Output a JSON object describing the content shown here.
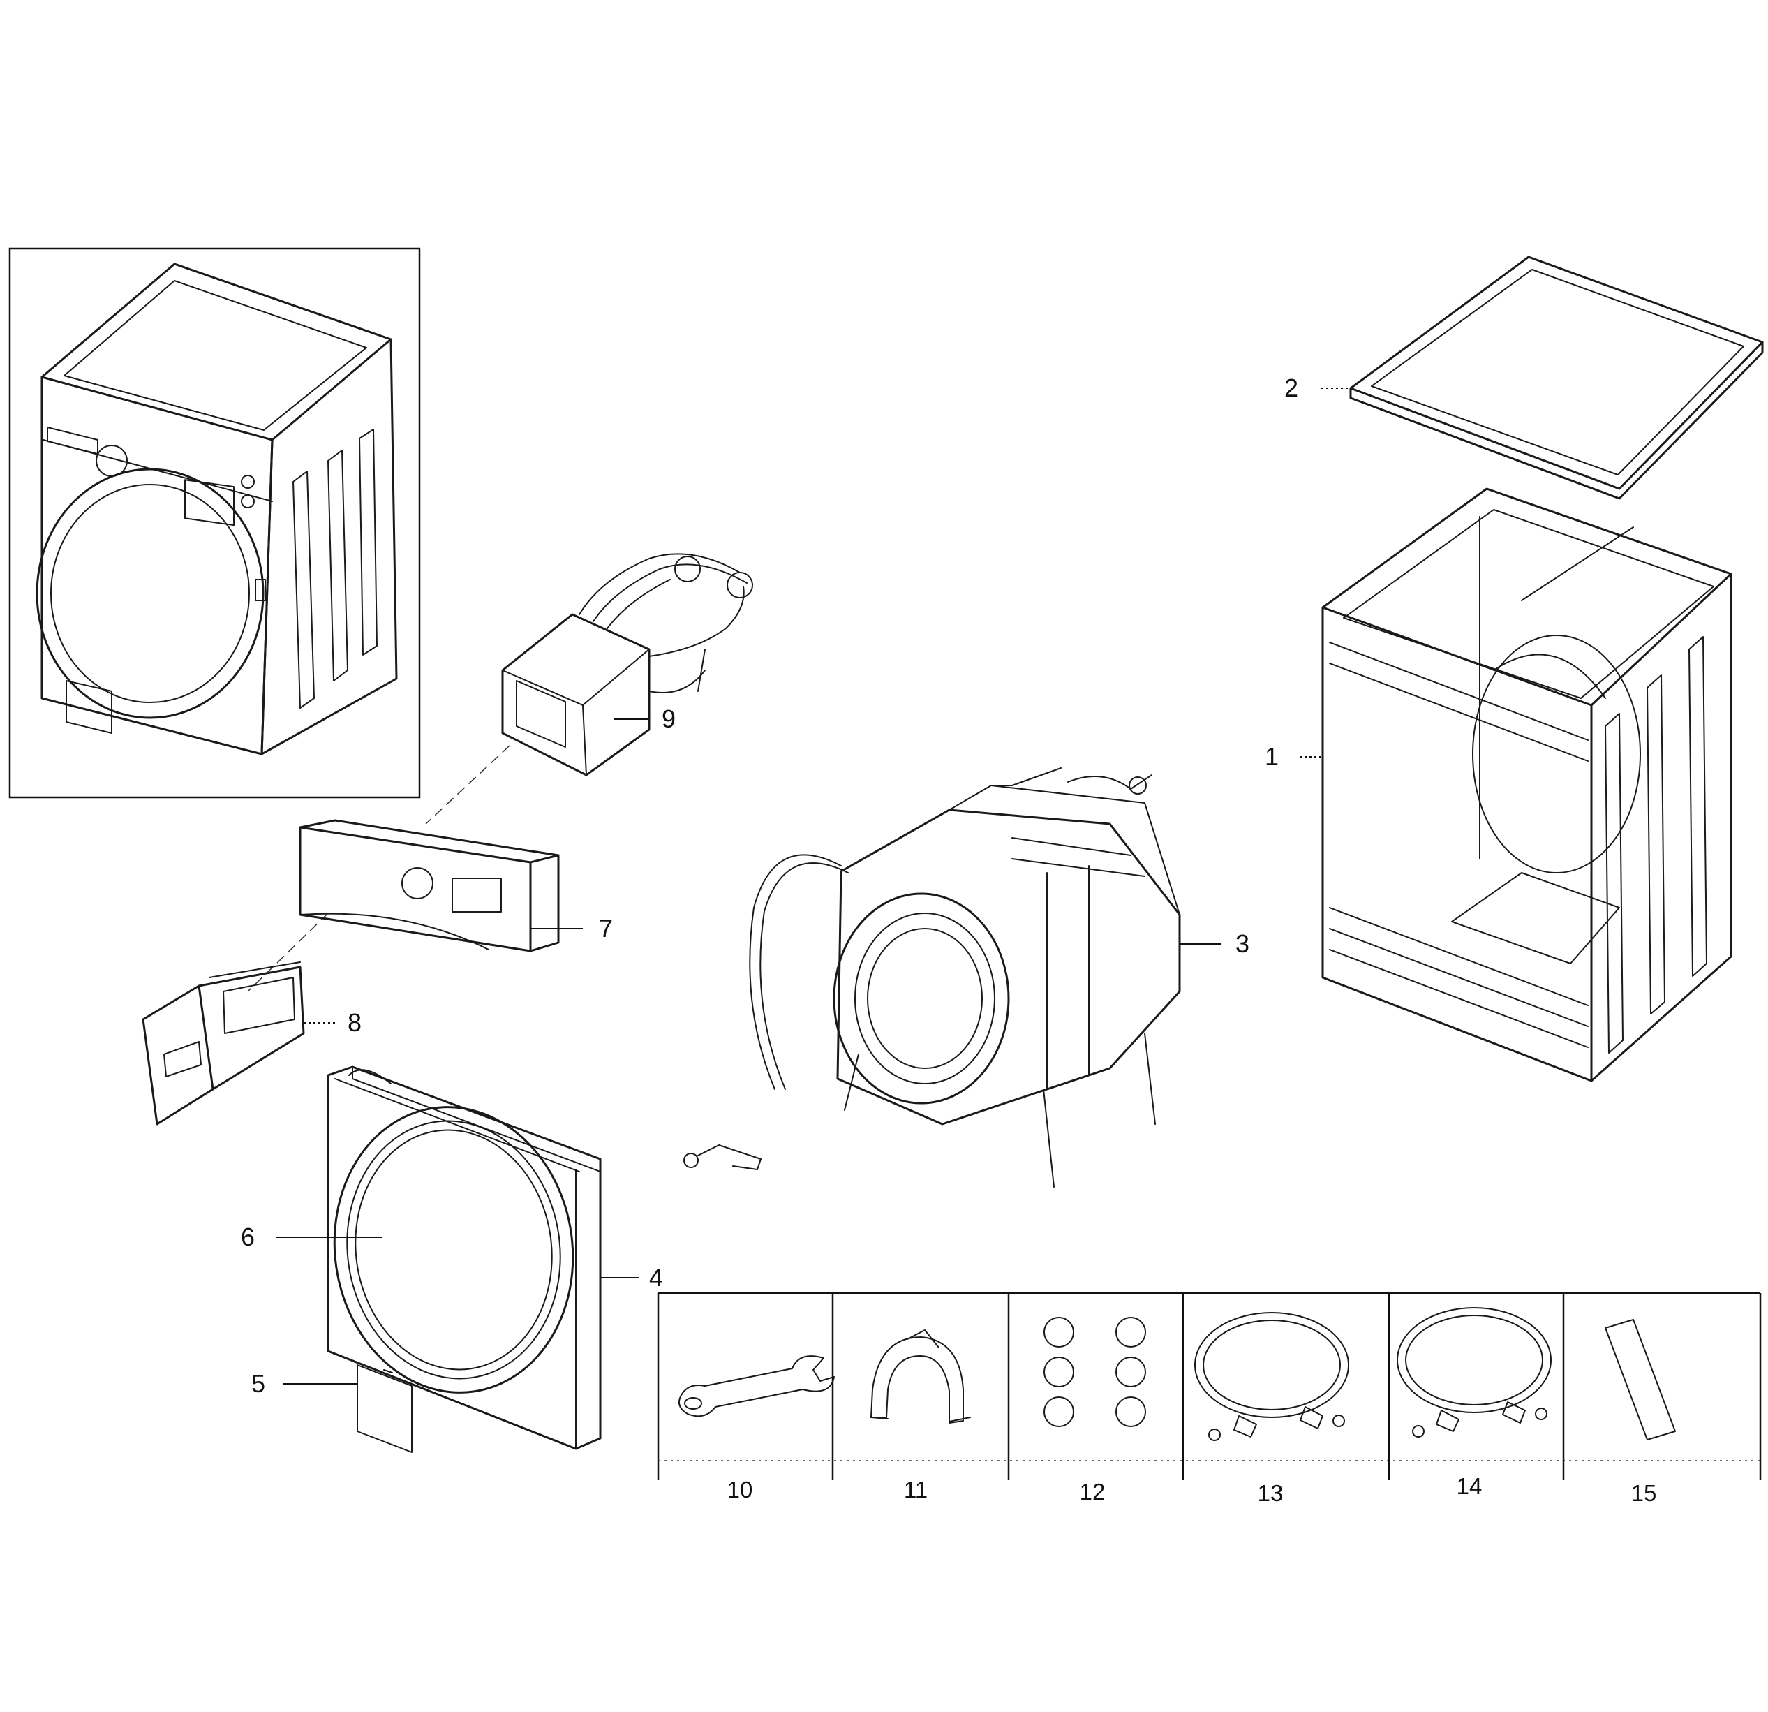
{
  "callouts": {
    "p1": "1",
    "p2": "2",
    "p3": "3",
    "p4": "4",
    "p5": "5",
    "p6": "6",
    "p7": "7",
    "p8": "8",
    "p9": "9"
  },
  "accessories": [
    {
      "number": "10",
      "icon": "wrench-icon"
    },
    {
      "number": "11",
      "icon": "hose-guide-icon"
    },
    {
      "number": "12",
      "icon": "caps-icon"
    },
    {
      "number": "13",
      "icon": "inlet-hose-icon"
    },
    {
      "number": "14",
      "icon": "inlet-hose-icon"
    },
    {
      "number": "15",
      "icon": "sheet-icon"
    }
  ]
}
